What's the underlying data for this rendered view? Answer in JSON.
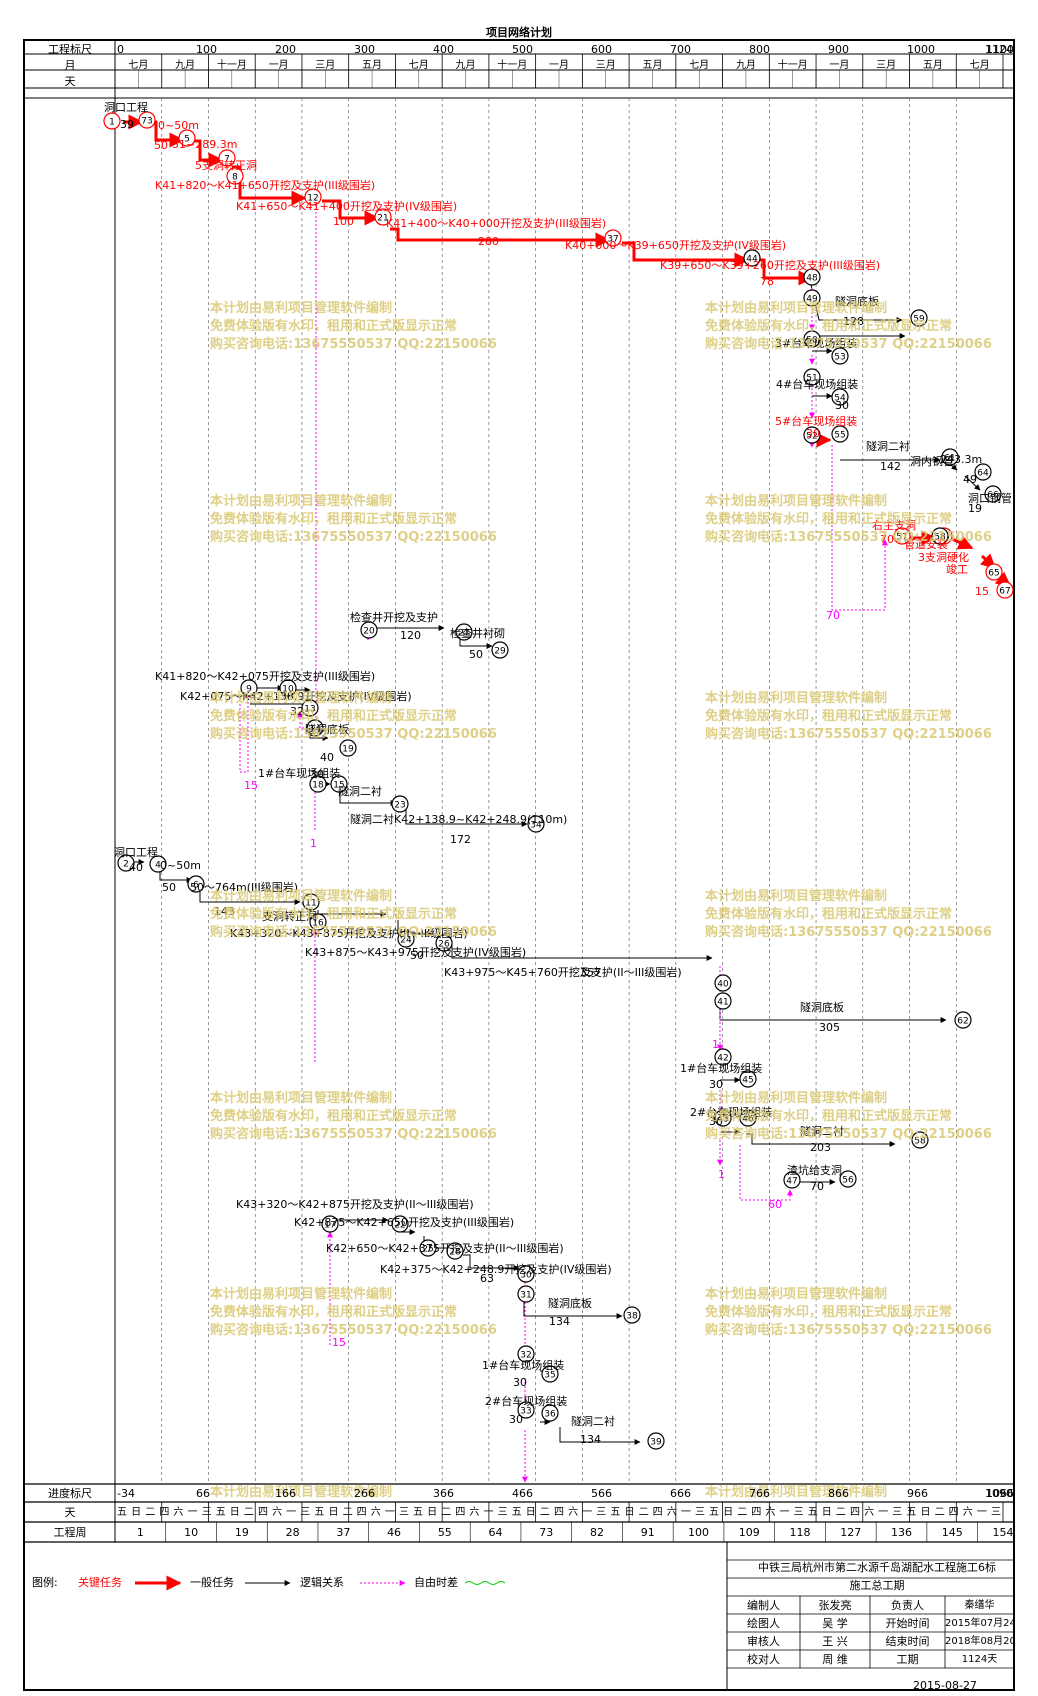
{
  "title": "项目网络计划",
  "header": {
    "row_labels": {
      "scale": "工程标尺",
      "month": "月",
      "day": "天"
    },
    "scale_ticks": [
      "0",
      "100",
      "200",
      "300",
      "400",
      "500",
      "600",
      "700",
      "800",
      "900",
      "1000",
      "1100",
      "1124"
    ],
    "months": [
      "七月",
      "九月",
      "十一月",
      "一月",
      "三月",
      "五月",
      "七月",
      "九月",
      "十一月",
      "一月",
      "三月",
      "五月",
      "七月",
      "九月",
      "十一月",
      "一月",
      "三月",
      "五月",
      "七月"
    ]
  },
  "footer": {
    "row_labels": {
      "progress": "进度标尺",
      "weekday": "天",
      "week": "工程周"
    },
    "progress_ticks": [
      "-34",
      "66",
      "166",
      "266",
      "366",
      "466",
      "566",
      "666",
      "766",
      "866",
      "966",
      "1066",
      "1090"
    ],
    "weekdays": [
      "五",
      "日",
      "二",
      "四",
      "六",
      "一",
      "三",
      "五",
      "日",
      "二",
      "四",
      "六",
      "一",
      "三",
      "五",
      "日",
      "二",
      "四",
      "六",
      "一",
      "三",
      "五",
      "日",
      "二",
      "四",
      "六",
      "一",
      "三",
      "五",
      "日",
      "二",
      "四",
      "六",
      "一",
      "三",
      "五",
      "日",
      "二",
      "四",
      "六",
      "一",
      "三",
      "五",
      "日",
      "二",
      "四",
      "六",
      "一",
      "三",
      "五",
      "日",
      "二",
      "四",
      "六",
      "一",
      "三",
      "五",
      "日",
      "二",
      "四",
      "六",
      "一",
      "三"
    ],
    "weeks": [
      "1",
      "10",
      "19",
      "28",
      "37",
      "46",
      "55",
      "64",
      "73",
      "82",
      "91",
      "100",
      "109",
      "118",
      "127",
      "136",
      "145",
      "154"
    ]
  },
  "watermark": [
    "本计划由易利项目管理软件编制",
    "免费体验版有水印，租用和正式版显示正常",
    "购买咨询电话:13675550537 QQ:22150066"
  ],
  "legend": {
    "label": "图例:",
    "critical": "关键任务",
    "normal": "一般任务",
    "logic": "逻辑关系",
    "free": "自由时差"
  },
  "info": {
    "company": "中铁三局杭州市第二水源千岛湖配水工程施工6标",
    "plan": "施工总工期",
    "rows": [
      {
        "k1": "编制人",
        "v1": "张发亮",
        "k2": "负责人",
        "v2": "秦缮华"
      },
      {
        "k1": "绘图人",
        "v1": "吴  学",
        "k2": "开始时间",
        "v2": "2015年07月24日"
      },
      {
        "k1": "审核人",
        "v1": "王  兴",
        "k2": "结束时间",
        "v2": "2018年08月20日"
      },
      {
        "k1": "校对人",
        "v1": "周  维",
        "k2": "工期",
        "v2": "1124天"
      }
    ],
    "date": "2015-08-27"
  },
  "colors": {
    "critical": "#ff0000",
    "normal": "#000000",
    "free": "#ff00ff",
    "watermark": "#d9c873"
  },
  "labels": [
    {
      "t": "洞口工程",
      "c": "n"
    },
    {
      "t": "39",
      "c": "n"
    },
    {
      "t": "0~50m",
      "c": "r"
    },
    {
      "t": "50",
      "c": "r"
    },
    {
      "t": "51~289.3m",
      "c": "r"
    },
    {
      "t": "5支洞转正洞",
      "c": "r"
    },
    {
      "t": "K41+820～K41+650开挖及支护(III级围岩)",
      "c": "r"
    },
    {
      "t": "K41+650～K41+400开挖及支护(IV级围岩)",
      "c": "r"
    },
    {
      "t": "100",
      "c": "r"
    },
    {
      "t": "K41+400～K40+000开挖及支护(III级围岩)",
      "c": "r"
    },
    {
      "t": "280",
      "c": "r"
    },
    {
      "t": "K40+000～K39+650开挖及支护(IV级围岩)",
      "c": "r"
    },
    {
      "t": "K39+650～K39+260开挖及支护(III级围岩)",
      "c": "r"
    },
    {
      "t": "78",
      "c": "r"
    },
    {
      "t": "隧洞底板",
      "c": "n"
    },
    {
      "t": "128",
      "c": "n"
    },
    {
      "t": "3#台车现场组装",
      "c": "n"
    },
    {
      "t": "4#台车现场组装",
      "c": "n"
    },
    {
      "t": "30",
      "c": "n"
    },
    {
      "t": "5#台车现场组装",
      "c": "r"
    },
    {
      "t": "30",
      "c": "r"
    },
    {
      "t": "隧洞二衬",
      "c": "n"
    },
    {
      "t": "142",
      "c": "n"
    },
    {
      "t": "洞内钢管",
      "c": "n"
    },
    {
      "t": "243.3m",
      "c": "n"
    },
    {
      "t": "49",
      "c": "n"
    },
    {
      "t": "洞口钢管",
      "c": "n"
    },
    {
      "t": "19",
      "c": "n"
    },
    {
      "t": "右主支洞",
      "c": "r"
    },
    {
      "t": "70",
      "c": "r"
    },
    {
      "t": "管道安装",
      "c": "r"
    },
    {
      "t": "3支洞硬化",
      "c": "r"
    },
    {
      "t": "竣工",
      "c": "r"
    },
    {
      "t": "15",
      "c": "r"
    },
    {
      "t": "70",
      "c": "f"
    },
    {
      "t": "检查井开挖及支护",
      "c": "n"
    },
    {
      "t": "120",
      "c": "n"
    },
    {
      "t": "检查井衬砌",
      "c": "n"
    },
    {
      "t": "50",
      "c": "n"
    },
    {
      "t": "K41+820～K42+075开挖及支护(III级围岩)",
      "c": "n"
    },
    {
      "t": "K42+075～K42+138.9开挖及支护(IV级围岩)",
      "c": "n"
    },
    {
      "t": "32",
      "c": "n"
    },
    {
      "t": "隧洞底板",
      "c": "n"
    },
    {
      "t": "40",
      "c": "n"
    },
    {
      "t": "15",
      "c": "f"
    },
    {
      "t": "1#台车现场组装",
      "c": "n"
    },
    {
      "t": "30",
      "c": "n"
    },
    {
      "t": "隧洞二衬",
      "c": "n"
    },
    {
      "t": "隧洞二衬K42+138.9~K42+248.9(110m)",
      "c": "n"
    },
    {
      "t": "172",
      "c": "n"
    },
    {
      "t": "1",
      "c": "f"
    },
    {
      "t": "洞口工程",
      "c": "n"
    },
    {
      "t": "40",
      "c": "n"
    },
    {
      "t": "0~50m",
      "c": "n"
    },
    {
      "t": "50",
      "c": "n"
    },
    {
      "t": "50～764m(III级围岩)",
      "c": "n"
    },
    {
      "t": "143",
      "c": "n"
    },
    {
      "t": "支洞转正洞",
      "c": "n"
    },
    {
      "t": "K43+320～K43+875开挖及支护(II～III级围岩)",
      "c": "n"
    },
    {
      "t": "K43+875～K43+975开挖及支护(IV级围岩)",
      "c": "n"
    },
    {
      "t": "50",
      "c": "n"
    },
    {
      "t": "K43+975～K45+760开挖及支护(II～III级围岩)",
      "c": "n"
    },
    {
      "t": "357",
      "c": "n"
    },
    {
      "t": "隧洞底板",
      "c": "n"
    },
    {
      "t": "305",
      "c": "n"
    },
    {
      "t": "1",
      "c": "f"
    },
    {
      "t": "1#台车现场组装",
      "c": "n"
    },
    {
      "t": "30",
      "c": "n"
    },
    {
      "t": "2#台车现场组装",
      "c": "n"
    },
    {
      "t": "30",
      "c": "n"
    },
    {
      "t": "隧洞二衬",
      "c": "n"
    },
    {
      "t": "203",
      "c": "n"
    },
    {
      "t": "1",
      "c": "f"
    },
    {
      "t": "渣坑给支洞",
      "c": "n"
    },
    {
      "t": "70",
      "c": "n"
    },
    {
      "t": "60",
      "c": "f"
    },
    {
      "t": "K43+320～K42+875开挖及支护(II～III级围岩)",
      "c": "n"
    },
    {
      "t": "K42+875～K42+650开挖及支护(III级围岩)",
      "c": "n"
    },
    {
      "t": "K42+650～K42+375开挖及支护(II～III级围岩)",
      "c": "n"
    },
    {
      "t": "K42+375～K42+248.9开挖及支护(IV级围岩)",
      "c": "n"
    },
    {
      "t": "63",
      "c": "n"
    },
    {
      "t": "隧洞底板",
      "c": "n"
    },
    {
      "t": "134",
      "c": "n"
    },
    {
      "t": "1#台车现场组装",
      "c": "n"
    },
    {
      "t": "30",
      "c": "n"
    },
    {
      "t": "2#台车现场组装",
      "c": "n"
    },
    {
      "t": "30",
      "c": "n"
    },
    {
      "t": "隧洞二衬",
      "c": "n"
    },
    {
      "t": "134",
      "c": "n"
    },
    {
      "t": "15",
      "c": "f"
    }
  ],
  "nodes": [
    "1",
    "73",
    "5",
    "7",
    "8",
    "12",
    "21",
    "37",
    "44",
    "48",
    "49",
    "59",
    "50",
    "53",
    "51",
    "54",
    "52",
    "55",
    "61",
    "64",
    "66",
    "57",
    "60",
    "58",
    "65",
    "67",
    "20",
    "27",
    "29",
    "9",
    "10",
    "13",
    "14",
    "19",
    "18",
    "15",
    "23",
    "34",
    "2",
    "4",
    "6",
    "11",
    "16",
    "24",
    "26",
    "40",
    "41",
    "62",
    "42",
    "45",
    "43",
    "46",
    "58",
    "47",
    "56",
    "17",
    "22",
    "25",
    "28",
    "30",
    "31",
    "38",
    "32",
    "35",
    "33",
    "36",
    "39"
  ]
}
